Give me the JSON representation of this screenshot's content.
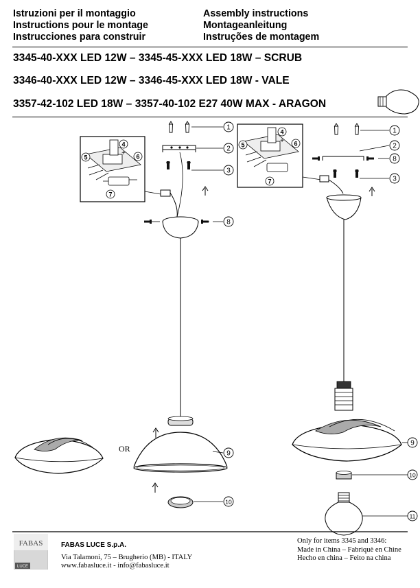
{
  "headings_left": [
    "Istruzioni per il montaggio",
    "Instructions pour le montage",
    "Instrucciones para construir"
  ],
  "headings_right": [
    "Assembly instructions",
    "Montageanleitung",
    "Instruções de montagem"
  ],
  "models": [
    "3345-40-XXX LED 12W – 3345-45-XXX LED 18W – SCRUB",
    "3346-40-XXX LED 12W – 3346-45-XXX LED 18W - VALE",
    "3357-42-102 LED 18W – 3357-40-102 E27 40W MAX - ARAGON"
  ],
  "diagram": {
    "or_label": "OR",
    "callouts": {
      "c1": "1",
      "c2": "2",
      "c3": "3",
      "c4": "4",
      "c5": "5",
      "c6": "6",
      "c7": "7",
      "c8": "8",
      "c9": "9",
      "c10": "10",
      "c11": "11"
    },
    "plus": "+"
  },
  "logo": {
    "text": "FABAS",
    "sub": "LUCE"
  },
  "company": {
    "name": "FABAS LUCE S.p.A.",
    "address": "Via Talamoni, 75 – Brugherio (MB) - ITALY",
    "contact": "www.fabasluce.it - info@fabasluce.it"
  },
  "origin": {
    "line1": "Only for items 3345 and 3346:",
    "line2": "Made in China – Fabriquè en Chine",
    "line3": "Hecho en china – Feito na china"
  }
}
